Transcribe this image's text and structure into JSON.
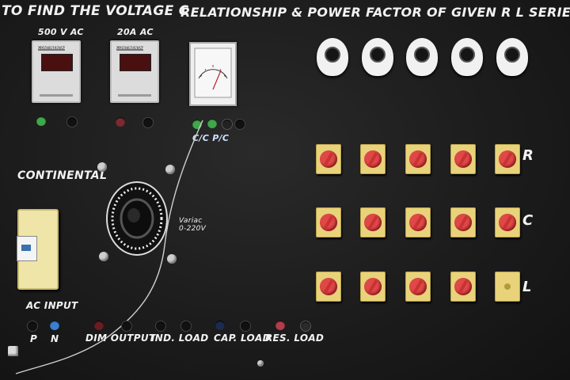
{
  "labels": {
    "title_left": "TO FIND THE VOLTAGE C",
    "title_right": "RELATIONSHIP & POWER FACTOR OF GIVEN  R  L  SERIES  CIRCUIT",
    "meter1_range": "500 V AC",
    "meter2_range": "20A AC",
    "brand": "CONTINENTAL",
    "variac": "Variac\n0-220V",
    "ac_input": "AC INPUT",
    "ac_p": "P",
    "ac_n": "N",
    "dim_output": "DIM OUTPUT",
    "ind_load": "IND. LOAD",
    "cap_load": "CAP. LOAD",
    "res_load": "RES. LOAD",
    "row_r": "R",
    "row_c": "C",
    "row_l": "L",
    "cc_pc": "C/C  P/C"
  },
  "colors": {
    "panel": "#1c1c1c",
    "switch_plate": "#e8d27a",
    "knob": "#e04848",
    "socket": "#f1f1f1",
    "label_text": "#f2f2f2"
  },
  "switch_rows": [
    {
      "row": "R",
      "count": 5
    },
    {
      "row": "C",
      "count": 5
    },
    {
      "row": "L",
      "count": 4,
      "empty_last": true
    }
  ],
  "lamp_sockets": 5,
  "icons": [
    "digital-voltmeter-icon",
    "digital-ammeter-icon",
    "analog-wattmeter-icon",
    "variac-knob-icon",
    "mcb-breaker-icon",
    "lamp-socket-icon",
    "rotary-switch-icon",
    "terminal-icon"
  ]
}
